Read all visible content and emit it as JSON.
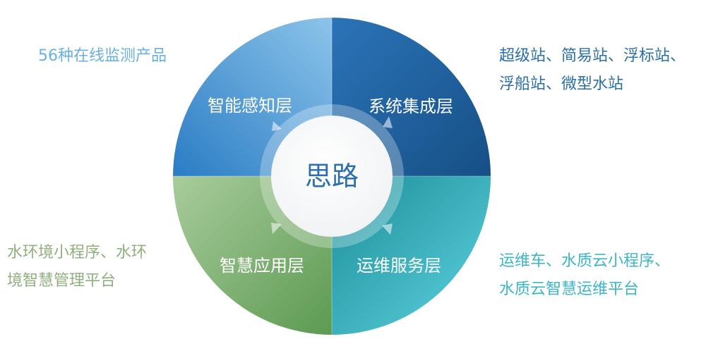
{
  "center": {
    "label": "思路",
    "color": "#2c6fae"
  },
  "quadrants": [
    {
      "id": "top-left",
      "label": "智能感知层",
      "color": "#3b93d6",
      "note": [
        "56种在线监测产品"
      ],
      "note_color": "#6ab0e0"
    },
    {
      "id": "top-right",
      "label": "系统集成层",
      "color": "#1f63a3",
      "note": [
        "超级站、简易站、浮标站、",
        "浮船站、微型水站"
      ],
      "note_color": "#2a6fa8"
    },
    {
      "id": "bottom-right",
      "label": "运维服务层",
      "color": "#33b8bc",
      "note": [
        "运维车、水质云小程序、",
        "水质云智慧运维平台"
      ],
      "note_color": "#3cb6c8"
    },
    {
      "id": "bottom-left",
      "label": "智慧应用层",
      "color": "#7aaf72",
      "note": [
        "水环境小程序、水环",
        "境智慧管理平台"
      ],
      "note_color": "#8fb07e"
    }
  ]
}
